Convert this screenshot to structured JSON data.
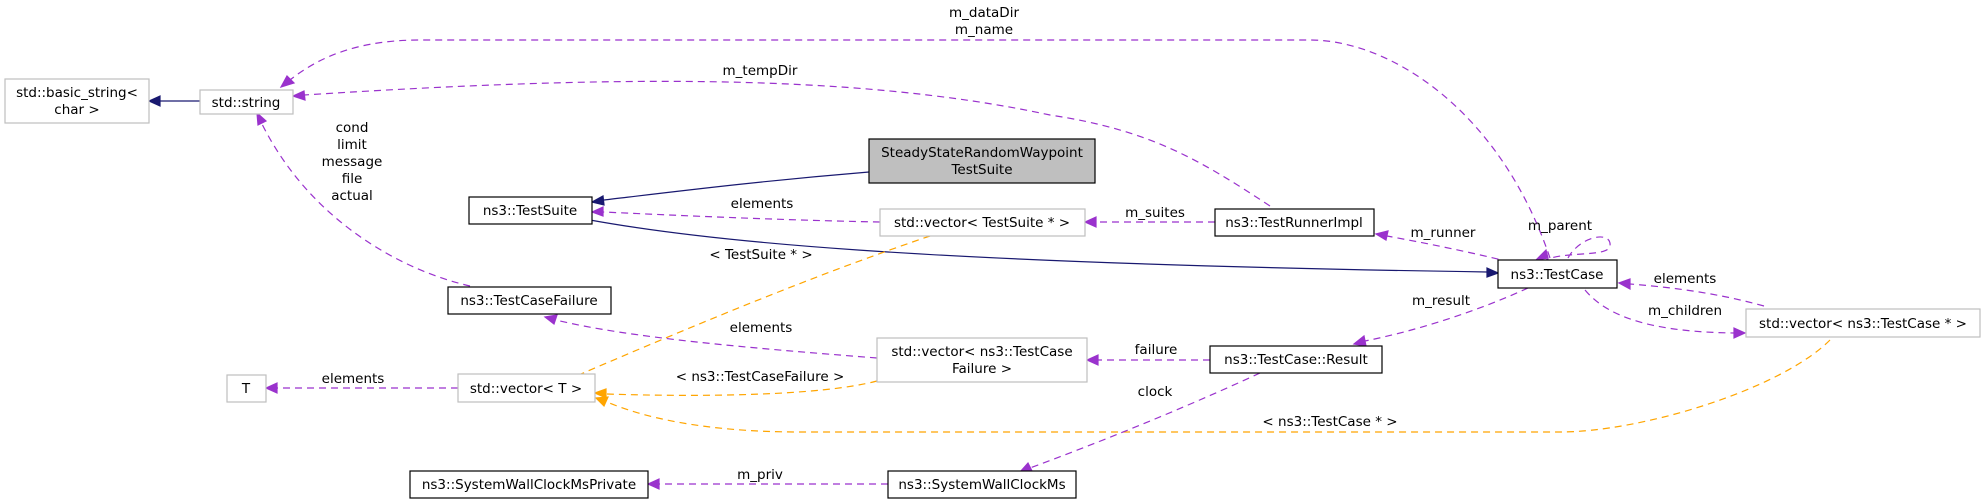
{
  "colors": {
    "inheritance": "#191970",
    "usage": "#9a32cd",
    "template": "#ffa500",
    "node_border": "#000000",
    "node_border_undocumented": "#bfbfbf",
    "focus_fill": "#bfbfbf"
  },
  "nodes": {
    "basic_string": [
      "std::basic_string<",
      "char >"
    ],
    "string": [
      "std::string"
    ],
    "focus": [
      "SteadyStateRandomWaypoint",
      "TestSuite"
    ],
    "testsuite": [
      "ns3::TestSuite"
    ],
    "vec_testsuite": [
      "std::vector< TestSuite * >"
    ],
    "runnerimpl": [
      "ns3::TestRunnerImpl"
    ],
    "testcase": [
      "ns3::TestCase"
    ],
    "vec_testcase": [
      "std::vector< ns3::TestCase * >"
    ],
    "failure": [
      "ns3::TestCaseFailure"
    ],
    "vec_failure": [
      "std::vector< ns3::TestCase",
      "Failure >"
    ],
    "result": [
      "ns3::TestCase::Result"
    ],
    "t": [
      "T"
    ],
    "vec_t": [
      "std::vector< T >"
    ],
    "clockpriv": [
      "ns3::SystemWallClockMsPrivate"
    ],
    "clock": [
      "ns3::SystemWallClockMs"
    ]
  },
  "edge_labels": {
    "m_datadir": [
      "m_dataDir",
      "m_name"
    ],
    "m_tempdir": [
      "m_tempDir"
    ],
    "failure_fields": [
      "cond",
      "limit",
      "message",
      "file",
      "actual"
    ],
    "suites_elements": [
      "elements"
    ],
    "m_suites": [
      "m_suites"
    ],
    "m_runner": [
      "m_runner"
    ],
    "m_parent": [
      "m_parent"
    ],
    "tpl_testsuite": [
      "< TestSuite * >"
    ],
    "children_elements": [
      "elements"
    ],
    "m_children": [
      "m_children"
    ],
    "m_result": [
      "m_result"
    ],
    "failure_elements": [
      "elements"
    ],
    "failure_member": [
      "failure"
    ],
    "t_elements": [
      "elements"
    ],
    "tpl_failure": [
      "< ns3::TestCaseFailure >"
    ],
    "clock_label": [
      "clock"
    ],
    "tpl_testcase": [
      "< ns3::TestCase * >"
    ],
    "m_priv": [
      "m_priv"
    ]
  }
}
